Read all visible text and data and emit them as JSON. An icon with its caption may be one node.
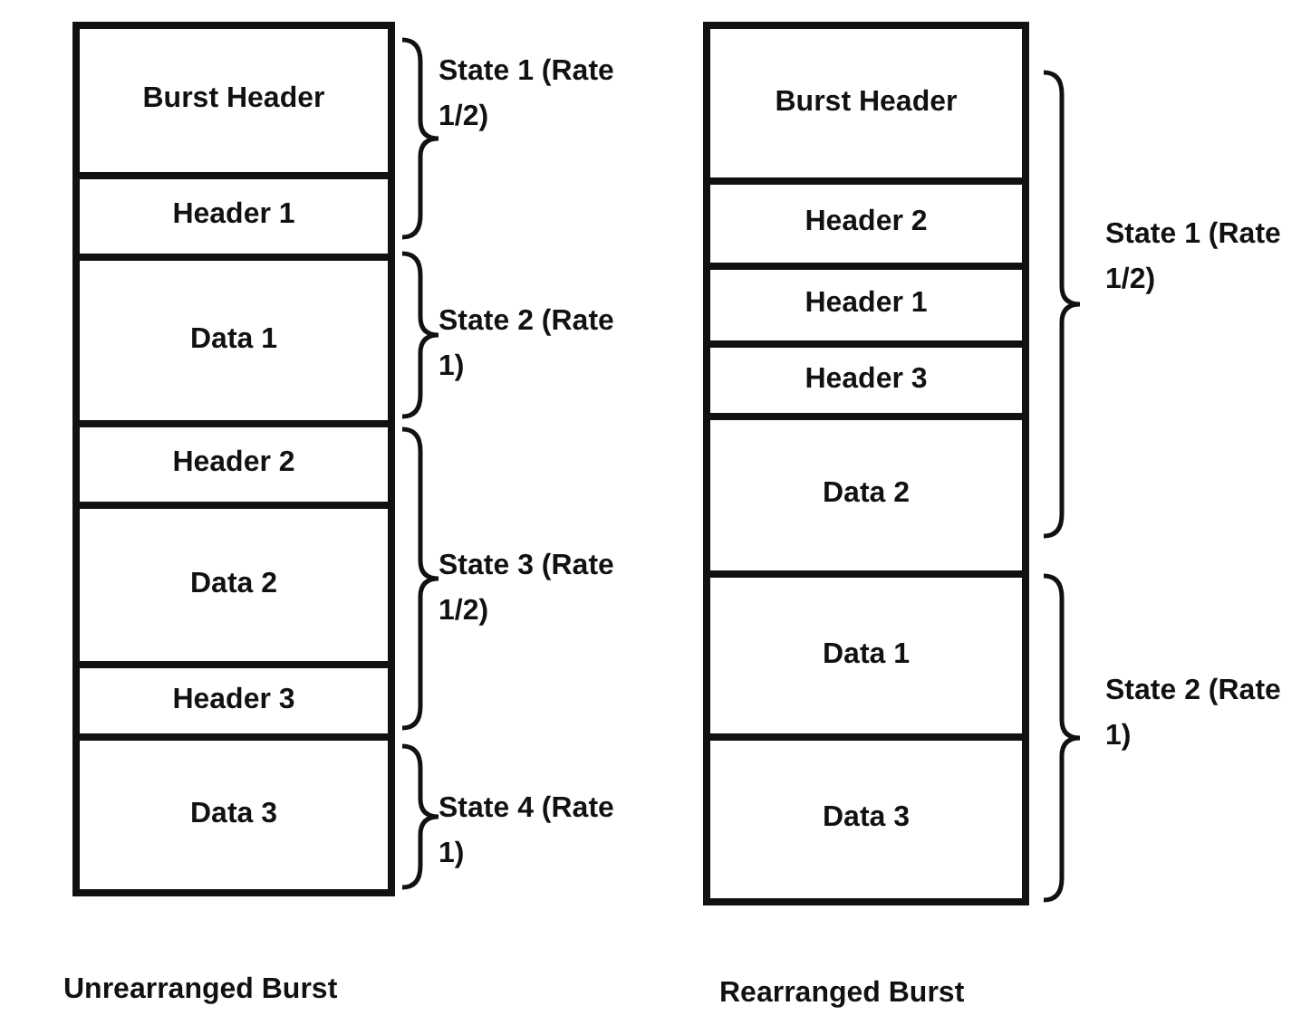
{
  "diagram": {
    "nodes": [
      {
        "text": [
          "Burst Header"
        ]
      },
      {
        "text": [
          "Header 1"
        ]
      },
      {
        "text": [
          "Data 1"
        ]
      },
      {
        "text": [
          "Header 2"
        ]
      },
      {
        "text": [
          "Data 2"
        ]
      },
      {
        "text": [
          "Header 3"
        ]
      },
      {
        "text": [
          "Data 3"
        ]
      },
      {
        "text": [
          "Burst Header"
        ]
      },
      {
        "text": [
          "Header 2"
        ]
      },
      {
        "text": [
          "Header 1"
        ]
      },
      {
        "text": [
          "Header 3"
        ]
      },
      {
        "text": [
          "Data 2"
        ]
      },
      {
        "text": [
          "Data 1"
        ]
      },
      {
        "text": [
          "Data 3"
        ]
      }
    ],
    "labels": [
      "State 1 (Rate 1/2)",
      "State 2 (Rate 1)",
      "State 3 (Rate 1/2)",
      "State 4 (Rate 1)",
      "State 1 (Rate 1/2)",
      "State 2 (Rate 1)",
      "Unrearranged Burst",
      "Rearranged Burst"
    ]
  }
}
